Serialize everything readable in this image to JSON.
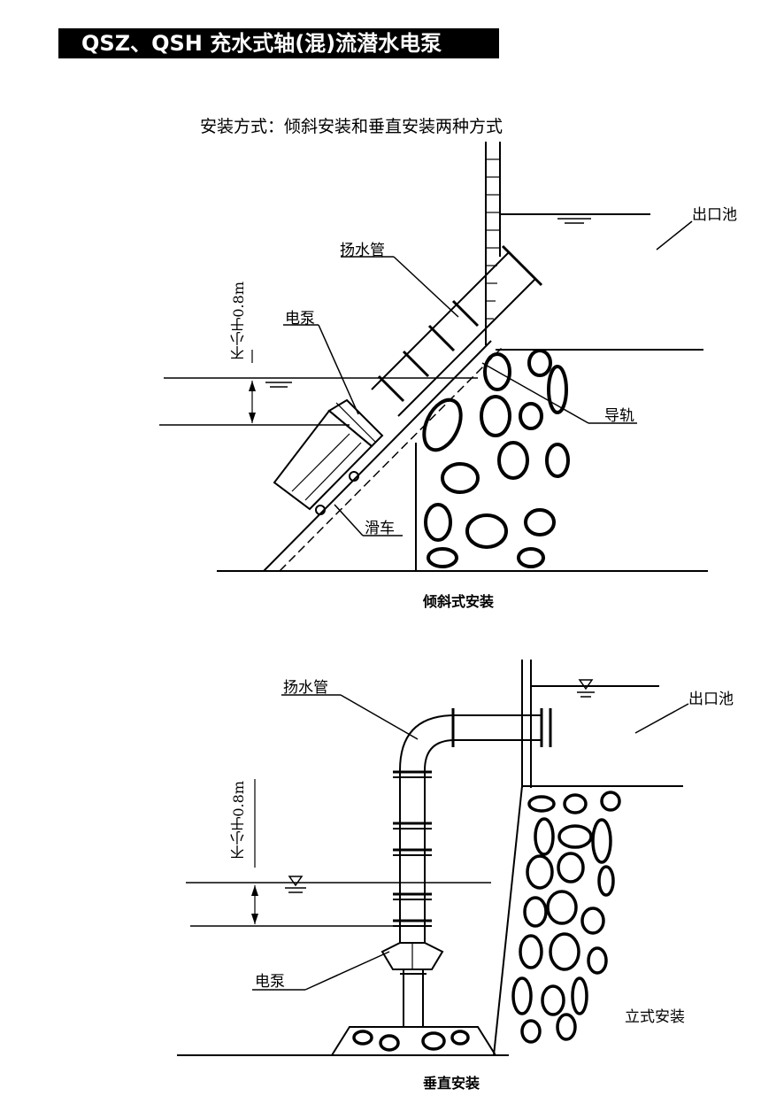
{
  "title": "QSZ、QSH 充水式轴(混)流潜水电泵",
  "subtitle": "安装方式：倾斜安装和垂直安装两种方式",
  "inclined": {
    "caption": "倾斜式安装",
    "outlet_pool": "出口池",
    "riser_pipe": "扬水管",
    "pump": "电泵",
    "guide_rail": "导轨",
    "trolley": "滑车",
    "min_depth": "不小于0.8m"
  },
  "vertical": {
    "caption": "垂直安装",
    "outlet_pool": "出口池",
    "riser_pipe": "扬水管",
    "pump": "电泵",
    "stand_note": "立式安装",
    "min_depth": "不小于0.8m"
  }
}
